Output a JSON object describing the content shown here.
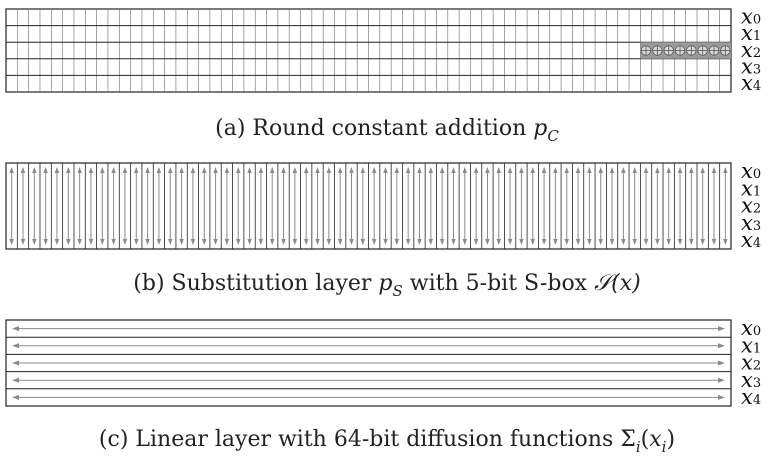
{
  "words": [
    {
      "var": "x",
      "index": "0"
    },
    {
      "var": "x",
      "index": "1"
    },
    {
      "var": "x",
      "index": "2"
    },
    {
      "var": "x",
      "index": "3"
    },
    {
      "var": "x",
      "index": "4"
    }
  ],
  "panels": {
    "round_constant": {
      "caption_prefix": "(a) Round constant addition ",
      "caption_math": "p",
      "caption_sub": "C",
      "xor_word": 2,
      "xor_bits": 8,
      "bits_per_word": 64
    },
    "substitution": {
      "caption_prefix": "(b) Substitution layer ",
      "caption_math": "p",
      "caption_sub": "S",
      "caption_mid": " with 5-bit S-box ",
      "caption_sbox": "𝒮",
      "caption_arg": "(x)",
      "columns": 64
    },
    "linear": {
      "caption_prefix": "(c) Linear layer with 64-bit diffusion functions ",
      "caption_sigma": "Σ",
      "caption_sigma_sub": "i",
      "caption_arg_open": "(",
      "caption_arg_var": "x",
      "caption_arg_sub": "i",
      "caption_arg_close": ")",
      "rows": 5
    }
  },
  "colors": {
    "grid_line": "#222222",
    "arrow": "#8a8a8a",
    "xor_fill": "#9a9a9a",
    "xor_stroke": "#555555"
  }
}
